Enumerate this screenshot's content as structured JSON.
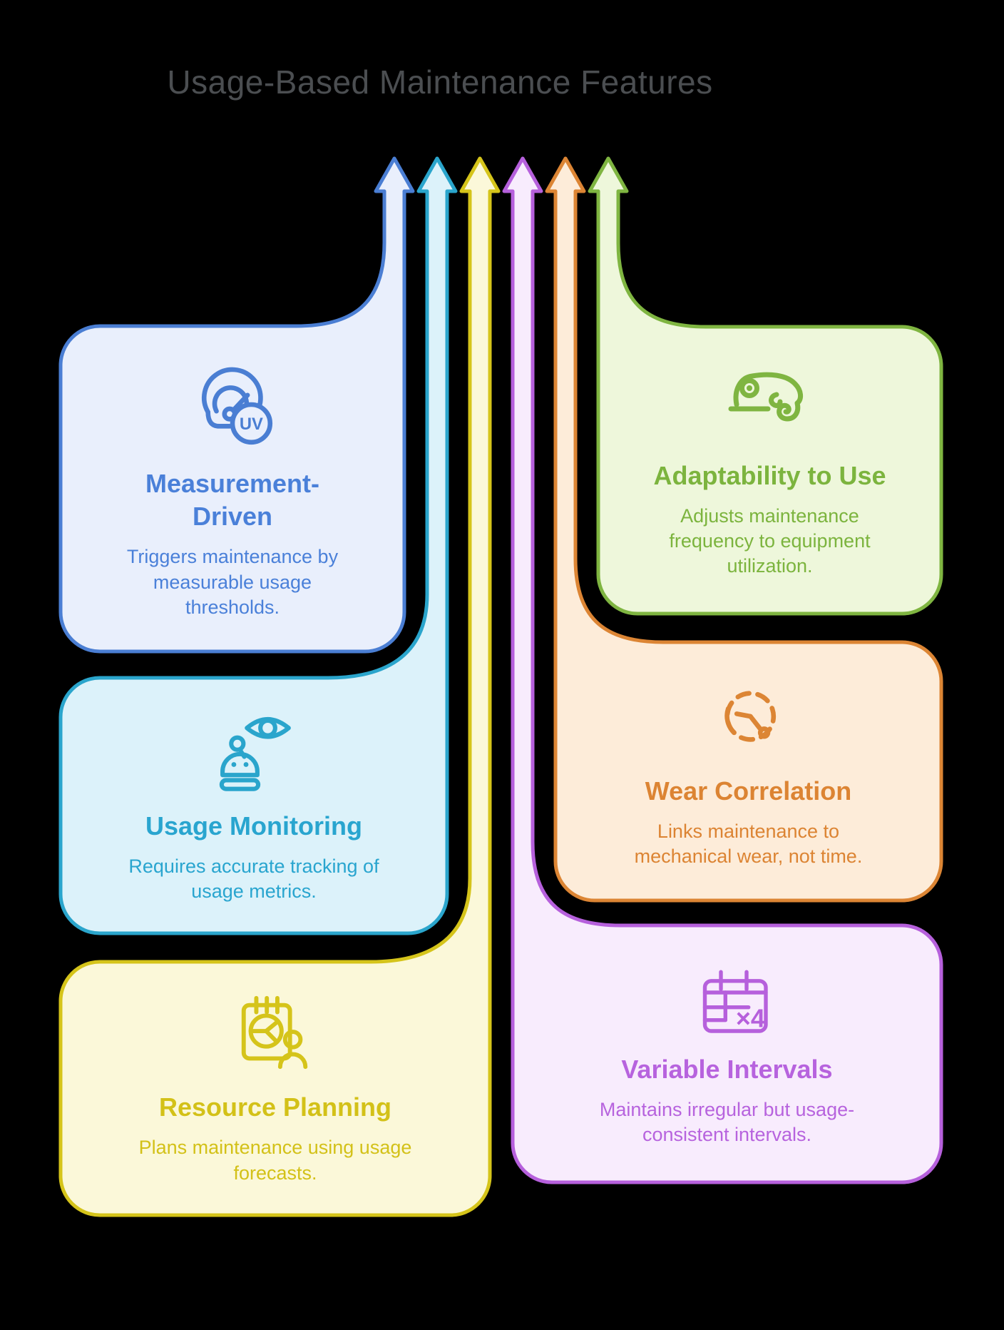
{
  "page_title": "Usage-Based Maintenance Features",
  "features": [
    {
      "key": "measurement-driven",
      "title": "Measurement-Driven",
      "description": "Triggers maintenance by measurable usage thresholds.",
      "icon": "gauge-uv-icon",
      "icon_badge_text": "UV",
      "border_color": "#4a7ed3",
      "fill_color": "#e9effc",
      "text_color": "#4a80d9"
    },
    {
      "key": "usage-monitoring",
      "title": "Usage Monitoring",
      "description": "Requires accurate tracking of usage metrics.",
      "icon": "robot-eye-icon",
      "border_color": "#2aa5cc",
      "fill_color": "#dcf2fa",
      "text_color": "#29a5cf"
    },
    {
      "key": "resource-planning",
      "title": "Resource Planning",
      "description": "Plans maintenance using usage forecasts.",
      "icon": "planning-chart-person-icon",
      "border_color": "#d5c41a",
      "fill_color": "#fbf8d9",
      "text_color": "#d3c118"
    },
    {
      "key": "adaptability-to-use",
      "title": "Adaptability to Use",
      "description": "Adjusts maintenance frequency to equipment utilization.",
      "icon": "chameleon-icon",
      "border_color": "#7fb541",
      "fill_color": "#eef7db",
      "text_color": "#7cb43e"
    },
    {
      "key": "wear-correlation",
      "title": "Wear Correlation",
      "description": "Links maintenance to mechanical wear, not time.",
      "icon": "clock-wear-icon",
      "border_color": "#dc8534",
      "fill_color": "#fdecd9",
      "text_color": "#dc8433"
    },
    {
      "key": "variable-intervals",
      "title": "Variable Intervals",
      "description": "Maintains irregular but usage-consistent intervals.",
      "icon": "calendar-x4-icon",
      "icon_badge_text": "×4",
      "border_color": "#b660dc",
      "fill_color": "#f8ecfd",
      "text_color": "#b763de"
    }
  ],
  "arrows": {
    "direction": "up",
    "count": 6,
    "left_to_right_order": [
      "measurement-driven",
      "usage-monitoring",
      "resource-planning",
      "variable-intervals",
      "wear-correlation",
      "adaptability-to-use"
    ]
  }
}
